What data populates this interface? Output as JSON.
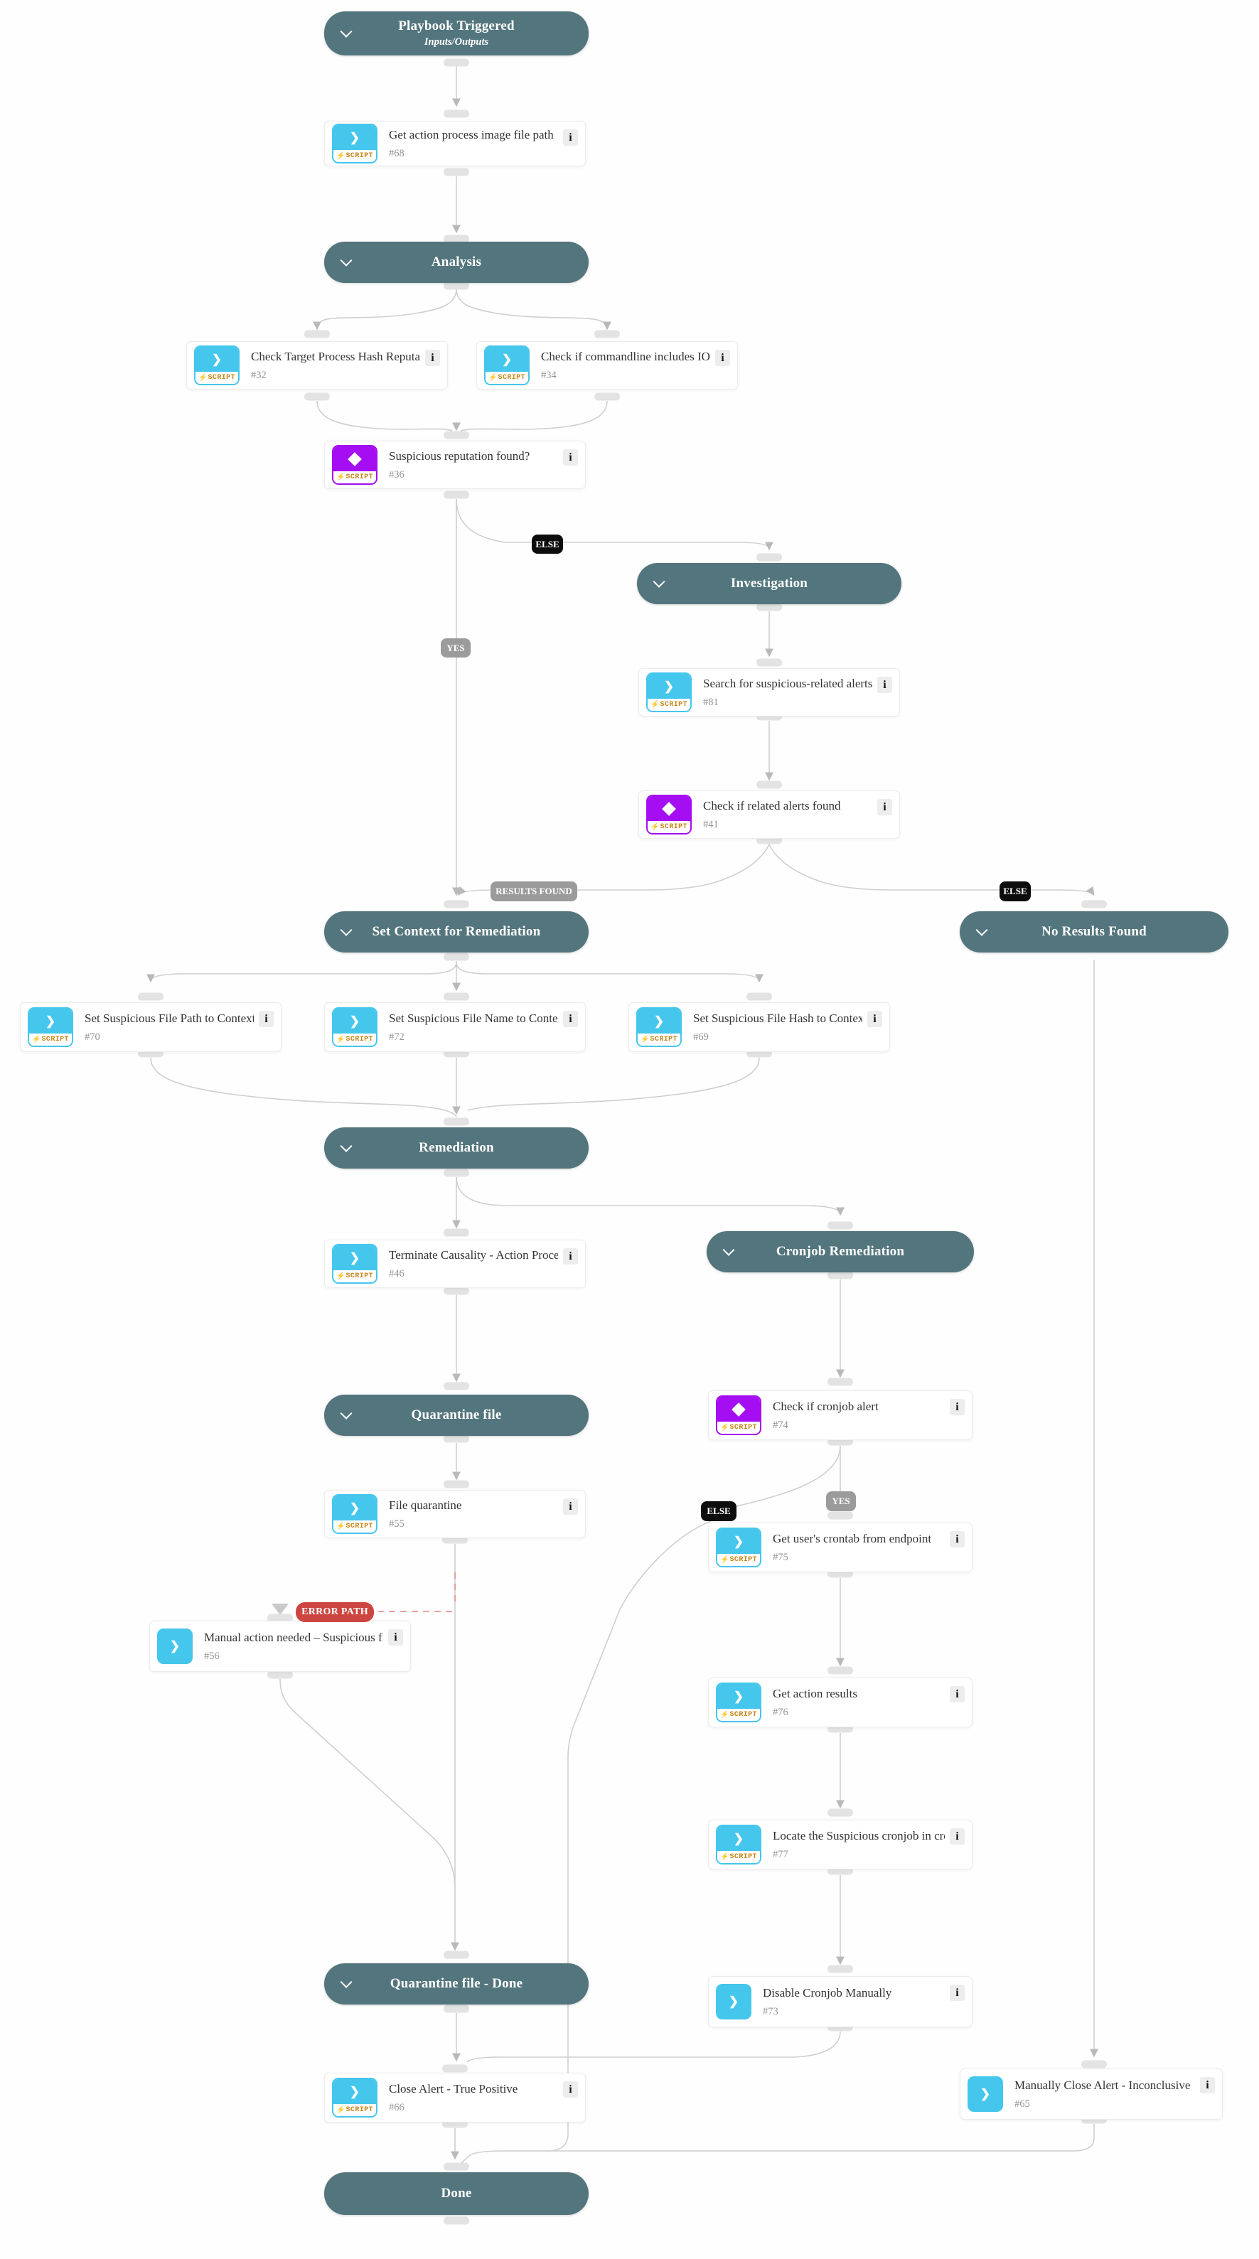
{
  "colors": {
    "header_teal": "#53757d",
    "automation_cyan": "#45c6ed",
    "condition_purple": "#a50df2",
    "badge_black": "#0d0d0d",
    "badge_gray": "#9b9b9b",
    "badge_red": "#cd4540",
    "edge_gray": "#cfcfcf",
    "script_orange": "#c8861a"
  },
  "icons": {
    "chevron": "❯",
    "bolt": "⚡",
    "script": "SCRIPT",
    "info": "i"
  },
  "headers": {
    "playbook": {
      "title": "Playbook Triggered",
      "subtitle": "Inputs/Outputs"
    },
    "analysis": {
      "title": "Analysis"
    },
    "investigation": {
      "title": "Investigation"
    },
    "set_context": {
      "title": "Set Context for Remediation"
    },
    "no_results": {
      "title": "No Results Found"
    },
    "remediation": {
      "title": "Remediation"
    },
    "cronjob": {
      "title": "Cronjob Remediation"
    },
    "quarantine": {
      "title": "Quarantine file"
    },
    "quarantine_done": {
      "title": "Quarantine file - Done"
    },
    "done": {
      "title": "Done"
    }
  },
  "tasks": {
    "t68": {
      "title": "Get action process image file path",
      "id": "#68"
    },
    "t32": {
      "title": "Check Target Process Hash Reputation",
      "id": "#32"
    },
    "t34": {
      "title": "Check if commandline includes IOC (…",
      "id": "#34"
    },
    "c36": {
      "title": "Suspicious reputation found?",
      "id": "#36"
    },
    "t81": {
      "title": "Search for suspicious-related alerts b…",
      "id": "#81"
    },
    "c41": {
      "title": "Check if related alerts found",
      "id": "#41"
    },
    "t70": {
      "title": "Set Suspicious File Path to Context",
      "id": "#70"
    },
    "t72": {
      "title": "Set Suspicious File Name to Context",
      "id": "#72"
    },
    "t69": {
      "title": "Set Suspicious File Hash to Context",
      "id": "#69"
    },
    "t46": {
      "title": "Terminate Causality - Action Process",
      "id": "#46"
    },
    "c74": {
      "title": "Check if cronjob alert",
      "id": "#74"
    },
    "t55": {
      "title": "File quarantine",
      "id": "#55"
    },
    "t75": {
      "title": "Get user's crontab from endpoint",
      "id": "#75"
    },
    "t56": {
      "title": "Manual action needed – Suspicious fi…",
      "id": "#56"
    },
    "t76": {
      "title": "Get action results",
      "id": "#76"
    },
    "t77": {
      "title": "Locate the Suspicious cronjob in cron…",
      "id": "#77"
    },
    "t73": {
      "title": "Disable Cronjob Manually",
      "id": "#73"
    },
    "t66": {
      "title": "Close Alert - True Positive",
      "id": "#66"
    },
    "t65": {
      "title": "Manually Close Alert - Inconclusive",
      "id": "#65"
    }
  },
  "badges": {
    "else36": {
      "label": "ELSE"
    },
    "yes36": {
      "label": "YES"
    },
    "results_found": {
      "label": "RESULTS FOUND"
    },
    "else41": {
      "label": "ELSE"
    },
    "yes74": {
      "label": "YES"
    },
    "else74": {
      "label": "ELSE"
    },
    "error_path": {
      "label": "ERROR PATH"
    }
  }
}
